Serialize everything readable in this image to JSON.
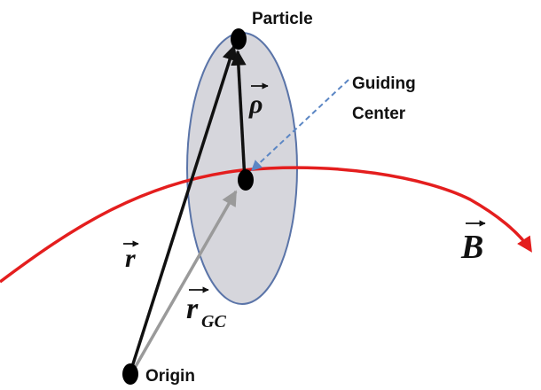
{
  "labels": {
    "particle": "Particle",
    "guiding_center_line1": "Guiding",
    "guiding_center_line2": "Center",
    "origin": "Origin"
  },
  "vectors": {
    "rho": "ρ",
    "r": "r",
    "r_gc_main": "r",
    "r_gc_sub": "GC",
    "b_field": "B"
  },
  "colors": {
    "field_line": "#e41e1e",
    "orbit_fill": "#d6d6dc",
    "orbit_stroke": "#5a74a8",
    "position_vector": "#111111",
    "guiding_center_vector": "#9a9a9a",
    "pointer_arrow": "#5b86c4",
    "dots": "#000000"
  }
}
